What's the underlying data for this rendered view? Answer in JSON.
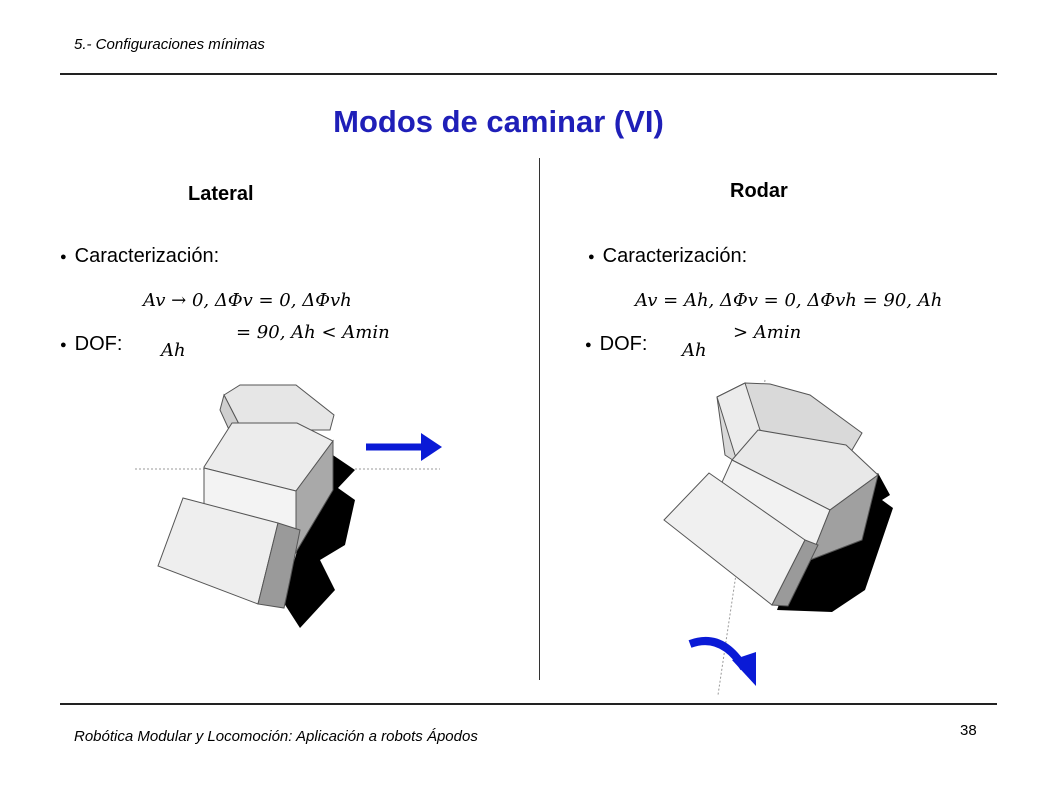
{
  "header": {
    "section": "5.- Configuraciones mínimas"
  },
  "title": "Modos de caminar (VI)",
  "left": {
    "heading": "Lateral",
    "characterization_label": "Caracterización:",
    "formula_line1": "Av → 0, ΔΦv = 0, ΔΦvh",
    "formula_line2": "= 90, Ah < Amin",
    "dof_label": "DOF:",
    "dof_value": "Ah"
  },
  "right": {
    "heading": "Rodar",
    "characterization_label": "Caracterización:",
    "formula_line1": "Av = Ah, ΔΦv = 0, ΔΦvh = 90, Ah",
    "formula_line2": "> Amin",
    "dof_label": "DOF:",
    "dof_value": "Ah"
  },
  "footer": {
    "text": "Robótica Modular y Locomoción: Aplicación a robots Ápodos",
    "page_number": "38"
  },
  "colors": {
    "title": "#1f1fb8",
    "arrow": "#0a1ad6"
  }
}
